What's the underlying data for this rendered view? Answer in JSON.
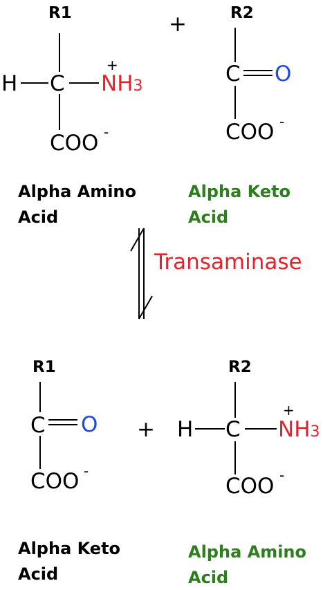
{
  "reactants": {
    "amino_acid": {
      "r_label": "R1",
      "h": "H",
      "c": "C",
      "n": "NH",
      "n_sub": "3",
      "plus": "+",
      "coo": "COO",
      "minus": "-",
      "name_line1": "Alpha Amino",
      "name_line2": "Acid"
    },
    "plus_sign": "+",
    "keto_acid": {
      "r_label": "R2",
      "c": "C",
      "o": "O",
      "coo": "COO",
      "minus": "-",
      "name_line1": "Alpha Keto",
      "name_line2": "Acid"
    }
  },
  "enzyme": "Transaminase",
  "products": {
    "keto_acid": {
      "r_label": "R1",
      "c": "C",
      "o": "O",
      "coo": "COO",
      "minus": "-",
      "name_line1": "Alpha Keto",
      "name_line2": "Acid"
    },
    "plus_sign": "+",
    "amino_acid": {
      "r_label": "R2",
      "h": "H",
      "c": "C",
      "n": "NH",
      "n_sub": "3",
      "plus": "+",
      "coo": "COO",
      "minus": "-",
      "name_line1": "Alpha Amino",
      "name_line2": "Acid"
    }
  },
  "colors": {
    "black": "#000000",
    "red": "#e8202a",
    "blue": "#1f49e0",
    "green": "#2e7d1e"
  }
}
